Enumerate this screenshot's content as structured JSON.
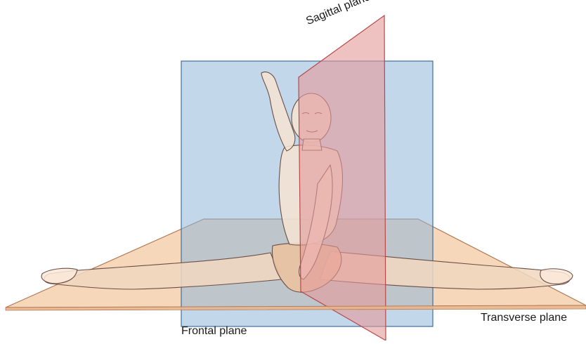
{
  "figure": {
    "labels": {
      "sagittal": "Sagittal plane",
      "frontal": "Frontal plane",
      "transverse": "Transverse plane"
    },
    "colors": {
      "frontal_plane": "#8fb6d8",
      "frontal_plane_edge": "#3f6f9a",
      "sagittal_plane": "#e59a9a",
      "sagittal_plane_edge": "#b54a4a",
      "transverse_plane": "#f3c9a3",
      "transverse_plane_edge": "#b07a55",
      "skin_outline": "#6b4f46"
    }
  }
}
